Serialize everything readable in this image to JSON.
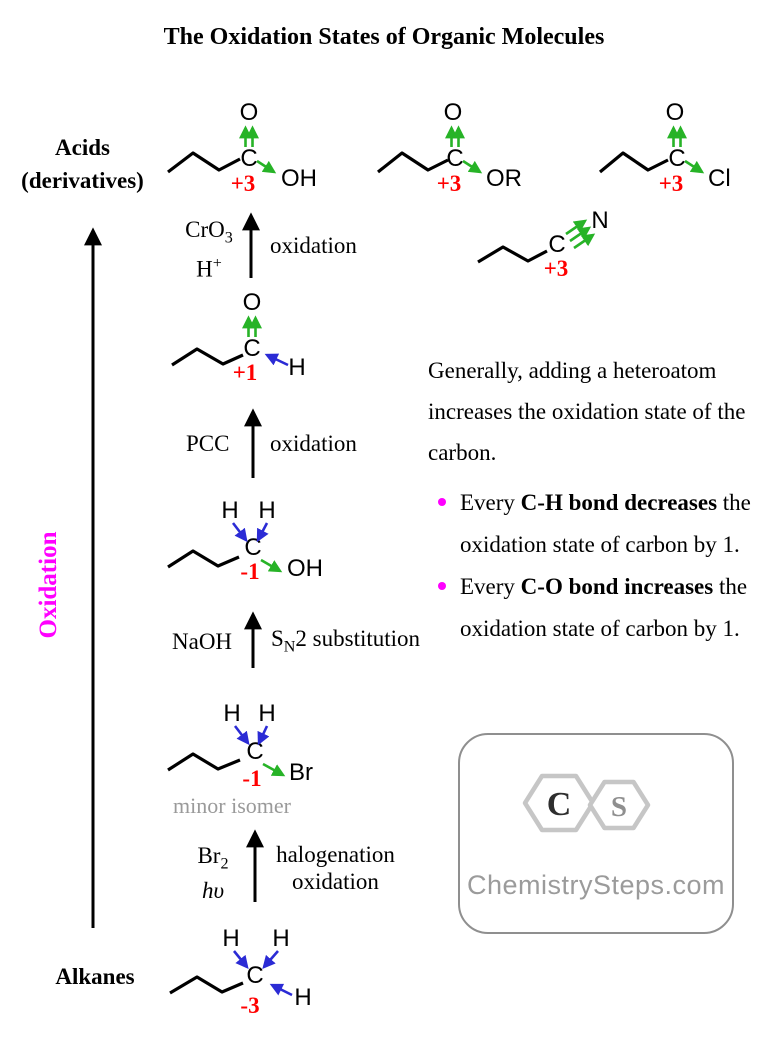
{
  "title": "The Oxidation States of Organic Molecules",
  "colors": {
    "green": "#27b327",
    "blue": "#2b2bd5",
    "red": "#ff0000",
    "magenta": "#ff00ff",
    "gray": "#9a9a9a"
  },
  "axis": {
    "top_label_line1": "Acids",
    "top_label_line2": "(derivatives)",
    "bottom_label": "Alkanes",
    "arrow_label": "Oxidation"
  },
  "molecules": {
    "acid": {
      "o": "O",
      "c": "C",
      "group": "OH",
      "state": "+3"
    },
    "ester": {
      "o": "O",
      "c": "C",
      "group": "OR",
      "state": "+3"
    },
    "chloride": {
      "o": "O",
      "c": "C",
      "group": "Cl",
      "state": "+3"
    },
    "nitrile": {
      "c": "C",
      "n": "N",
      "state": "+3"
    },
    "aldehyde": {
      "o": "O",
      "c": "C",
      "h": "H",
      "state": "+1"
    },
    "alcohol": {
      "h1": "H",
      "h2": "H",
      "c": "C",
      "group": "OH",
      "state": "-1"
    },
    "bromide": {
      "h1": "H",
      "h2": "H",
      "c": "C",
      "group": "Br",
      "state": "-1",
      "note": "minor isomer"
    },
    "alkane": {
      "h1": "H",
      "h2": "H",
      "h3": "H",
      "c": "C",
      "state": "-3"
    }
  },
  "reactions": {
    "r1": {
      "reagent1_main": "CrO",
      "reagent1_sub": "3",
      "reagent2_main": "H",
      "reagent2_sup": "+",
      "right_label": "oxidation"
    },
    "r2": {
      "reagent": "PCC",
      "right_label": "oxidation"
    },
    "r3": {
      "reagent": "NaOH",
      "right_s": "S",
      "right_sub": "N",
      "right_rest": "2 substitution"
    },
    "r4": {
      "reagent1_main": "Br",
      "reagent1_sub": "2",
      "reagent2": "hυ",
      "right_label1": "halogenation",
      "right_label2": "oxidation"
    }
  },
  "notes": {
    "paragraph": "Generally, adding a heteroatom increases the oxidation state of the carbon.",
    "bullets": [
      {
        "pre": "Every ",
        "bold": "C-H bond decreases",
        "post": " the oxidation state of carbon by 1."
      },
      {
        "pre": "Every ",
        "bold": "C-O bond increases",
        "post": " the oxidation state of carbon by 1."
      }
    ]
  },
  "logo": {
    "letter1": "C",
    "letter2": "S",
    "site": "ChemistrySteps.com"
  }
}
